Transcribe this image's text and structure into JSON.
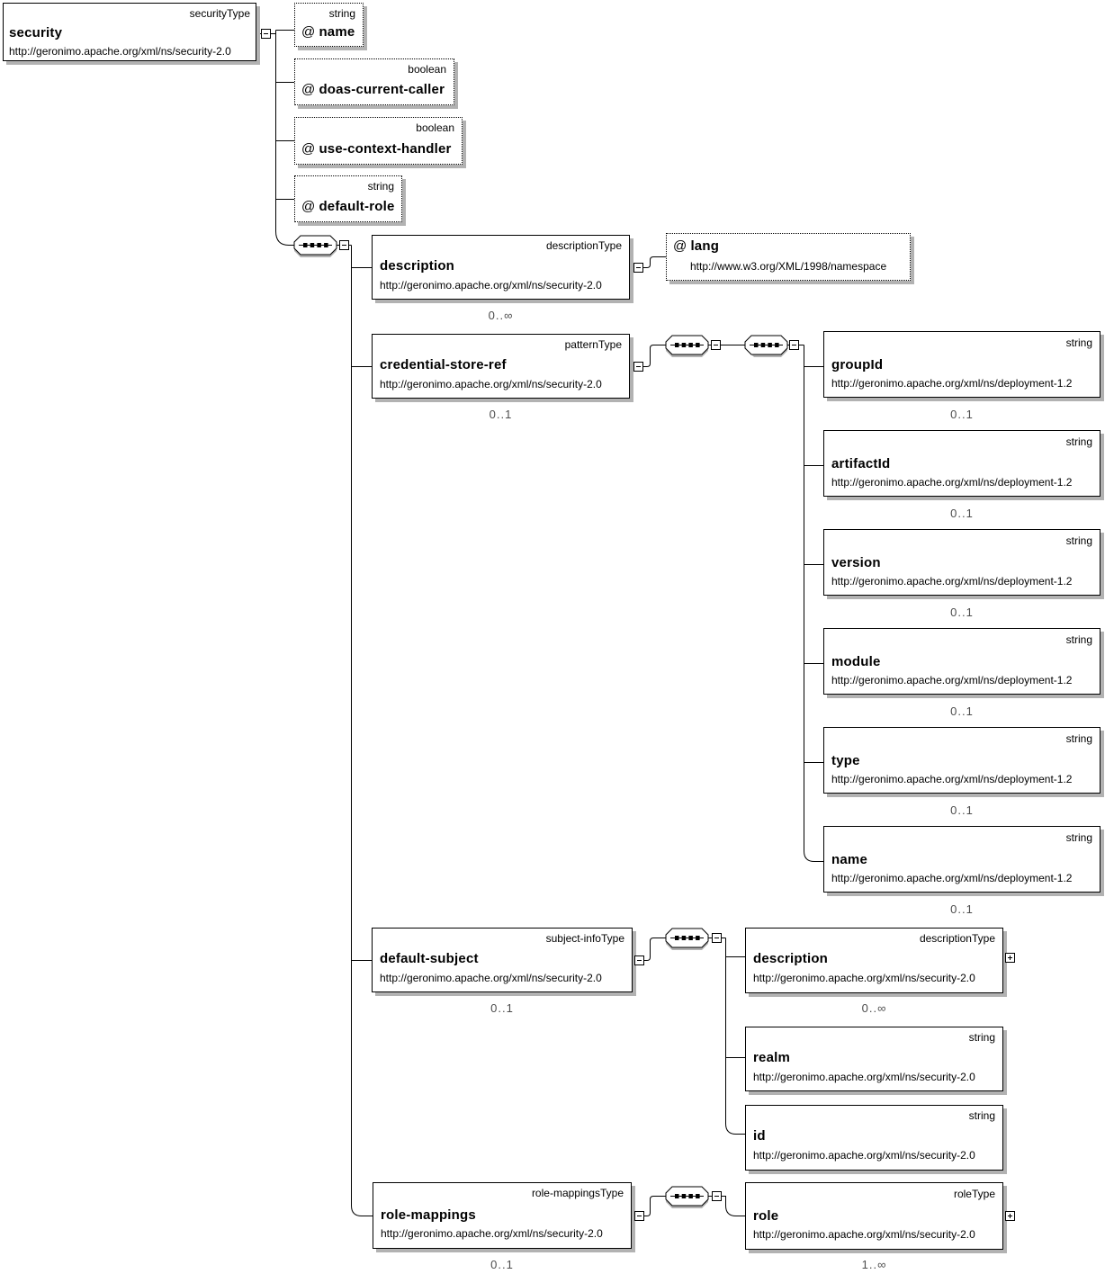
{
  "root": {
    "type_label": "securityType",
    "name": "security",
    "namespace": "http://geronimo.apache.org/xml/ns/security-2.0"
  },
  "attributes": [
    {
      "type_label": "string",
      "prefix": "@",
      "name": "name"
    },
    {
      "type_label": "boolean",
      "prefix": "@",
      "name": "doas-current-caller"
    },
    {
      "type_label": "boolean",
      "prefix": "@",
      "name": "use-context-handler"
    },
    {
      "type_label": "string",
      "prefix": "@",
      "name": "default-role"
    }
  ],
  "lang": {
    "prefix": "@",
    "name": "lang",
    "namespace": "http://www.w3.org/XML/1998/namespace"
  },
  "description": {
    "type_label": "descriptionType",
    "name": "description",
    "namespace": "http://geronimo.apache.org/xml/ns/security-2.0",
    "cardinality": "0..∞"
  },
  "credential_store_ref": {
    "type_label": "patternType",
    "name": "credential-store-ref",
    "namespace": "http://geronimo.apache.org/xml/ns/security-2.0",
    "cardinality": "0..1"
  },
  "deployment": [
    {
      "type_label": "string",
      "name": "groupId",
      "namespace": "http://geronimo.apache.org/xml/ns/deployment-1.2",
      "cardinality": "0..1"
    },
    {
      "type_label": "string",
      "name": "artifactId",
      "namespace": "http://geronimo.apache.org/xml/ns/deployment-1.2",
      "cardinality": "0..1"
    },
    {
      "type_label": "string",
      "name": "version",
      "namespace": "http://geronimo.apache.org/xml/ns/deployment-1.2",
      "cardinality": "0..1"
    },
    {
      "type_label": "string",
      "name": "module",
      "namespace": "http://geronimo.apache.org/xml/ns/deployment-1.2",
      "cardinality": "0..1"
    },
    {
      "type_label": "string",
      "name": "type",
      "namespace": "http://geronimo.apache.org/xml/ns/deployment-1.2",
      "cardinality": "0..1"
    },
    {
      "type_label": "string",
      "name": "name",
      "namespace": "http://geronimo.apache.org/xml/ns/deployment-1.2",
      "cardinality": "0..1"
    }
  ],
  "default_subject": {
    "type_label": "subject-infoType",
    "name": "default-subject",
    "namespace": "http://geronimo.apache.org/xml/ns/security-2.0",
    "cardinality": "0..1"
  },
  "subject_children": [
    {
      "type_label": "descriptionType",
      "name": "description",
      "namespace": "http://geronimo.apache.org/xml/ns/security-2.0",
      "cardinality": "0..∞"
    },
    {
      "type_label": "string",
      "name": "realm",
      "namespace": "http://geronimo.apache.org/xml/ns/security-2.0"
    },
    {
      "type_label": "string",
      "name": "id",
      "namespace": "http://geronimo.apache.org/xml/ns/security-2.0"
    }
  ],
  "role_mappings": {
    "type_label": "role-mappingsType",
    "name": "role-mappings",
    "namespace": "http://geronimo.apache.org/xml/ns/security-2.0",
    "cardinality": "0..1"
  },
  "role": {
    "type_label": "roleType",
    "name": "role",
    "namespace": "http://geronimo.apache.org/xml/ns/security-2.0",
    "cardinality": "1..∞"
  }
}
